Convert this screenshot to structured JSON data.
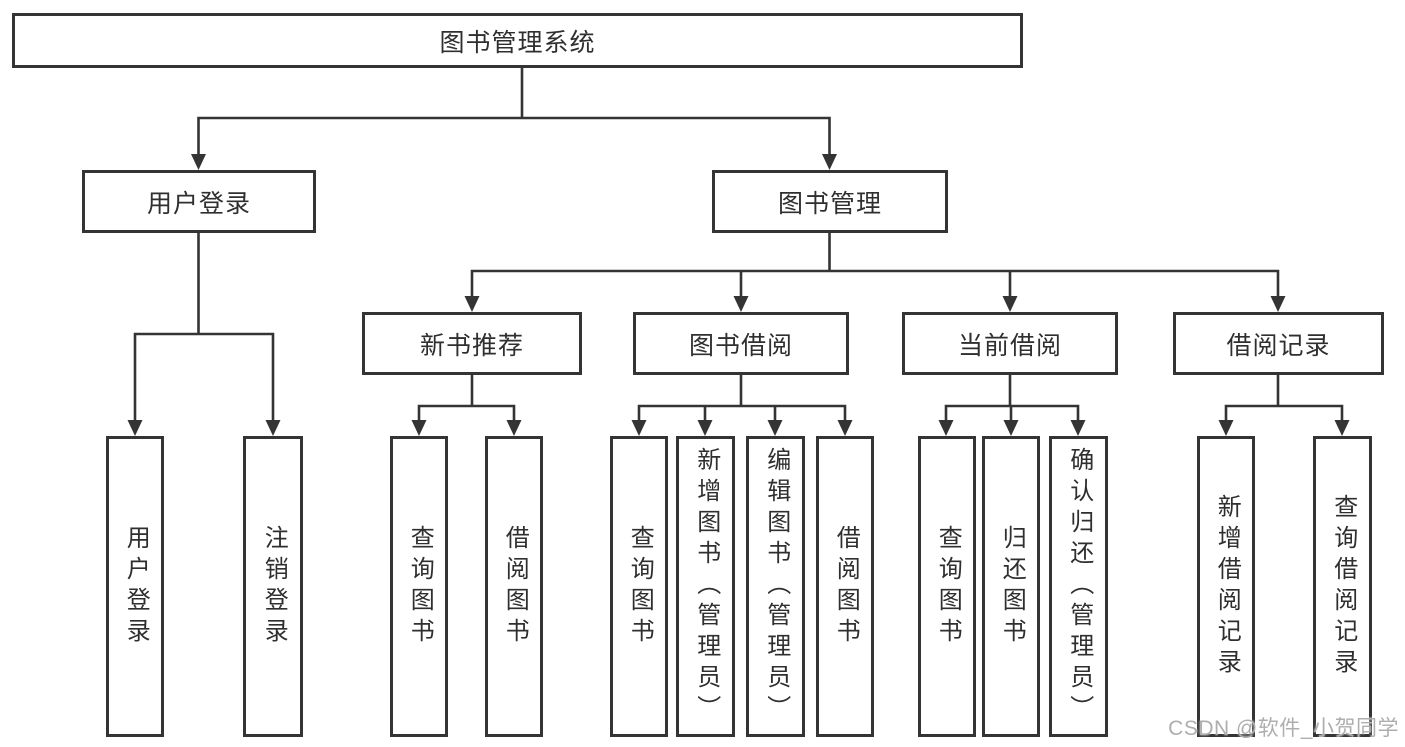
{
  "tree": {
    "root": "图书管理系统",
    "branches": [
      {
        "label": "用户登录",
        "children": [
          "用户登录",
          "注销登录"
        ]
      },
      {
        "label": "图书管理",
        "groups": [
          {
            "label": "新书推荐",
            "children": [
              "查询图书",
              "借阅图书"
            ]
          },
          {
            "label": "图书借阅",
            "children": [
              "查询图书",
              "新增图书（管理员）",
              "编辑图书（管理员）",
              "借阅图书"
            ]
          },
          {
            "label": "当前借阅",
            "children": [
              "查询图书",
              "归还图书",
              "确认归还（管理员）"
            ]
          },
          {
            "label": "借阅记录",
            "children": [
              "新增借阅记录",
              "查询借阅记录"
            ]
          }
        ]
      }
    ]
  },
  "watermark": "CSDN @软件_小贺同学",
  "colors": {
    "line": "#343434",
    "text": "#2f2f2f",
    "box_background": "#ffffff",
    "page_background": "#ffffff",
    "watermark": "#aeaeae"
  }
}
